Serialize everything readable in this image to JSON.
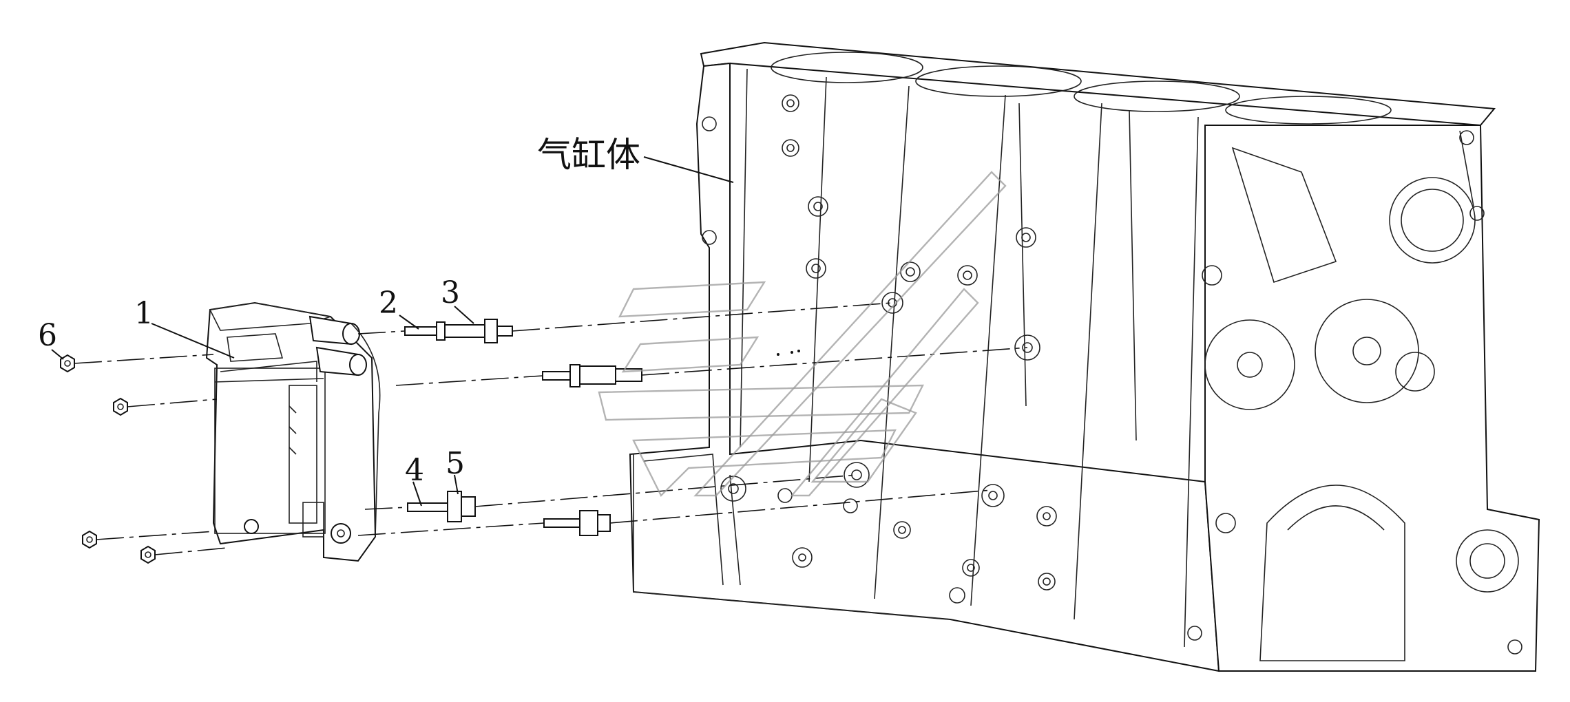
{
  "diagram": {
    "callouts": [
      {
        "id": "1",
        "text": "1"
      },
      {
        "id": "2",
        "text": "2"
      },
      {
        "id": "3",
        "text": "3"
      },
      {
        "id": "4",
        "text": "4"
      },
      {
        "id": "5",
        "text": "5"
      },
      {
        "id": "6",
        "text": "6"
      }
    ],
    "block_label": "气缸体"
  }
}
